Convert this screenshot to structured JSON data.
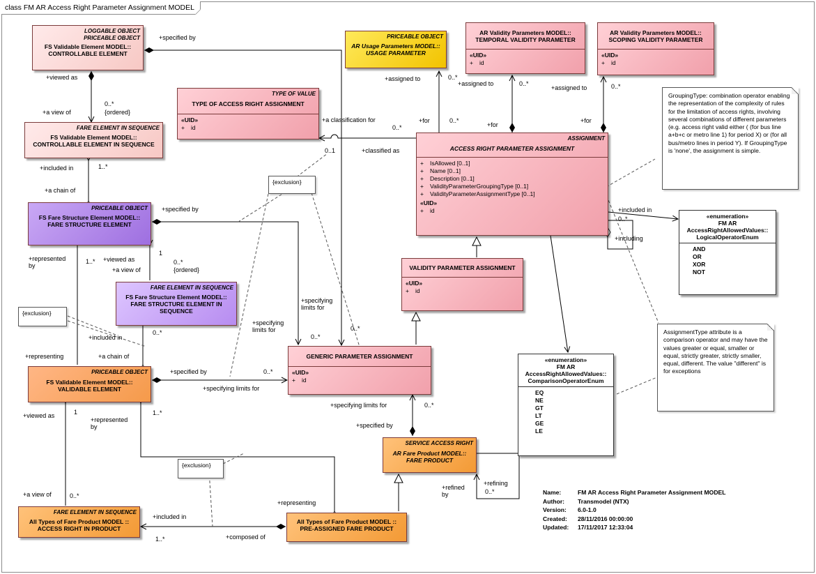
{
  "frame": {
    "title": "class FM AR Access Right Parameter Assignment MODEL"
  },
  "classes": {
    "controllable_element": {
      "stereotype1": "LOGGABLE OBJECT",
      "stereotype2": "PRICEABLE OBJECT",
      "name": "FS Validable Element MODEL::\nCONTROLLABLE ELEMENT"
    },
    "usage_parameter": {
      "stereotype": "PRICEABLE OBJECT",
      "name": "AR Usage Parameters MODEL::\nUSAGE PARAMETER"
    },
    "temporal_validity": {
      "name": "AR Validity Parameters MODEL::\nTEMPORAL VALIDITY PARAMETER",
      "uid": "«UID»",
      "attr": "id"
    },
    "scoping_validity": {
      "name": "AR Validity Parameters MODEL::\nSCOPING VALIDITY PARAMETER",
      "uid": "«UID»",
      "attr": "id"
    },
    "type_of_access": {
      "stereotype": "TYPE OF VALUE",
      "name": "TYPE OF ACCESS RIGHT ASSIGNMENT",
      "uid": "«UID»",
      "attr": "id"
    },
    "controllable_seq": {
      "stereotype": "FARE ELEMENT IN SEQUENCE",
      "name": "FS Validable Element MODEL::\nCONTROLLABLE ELEMENT IN SEQUENCE"
    },
    "access_right_param": {
      "stereotype": "ASSIGNMENT",
      "name": "ACCESS RIGHT PARAMETER ASSIGNMENT",
      "attrs": [
        "IsAllowed [0..1]",
        "Name [0..1]",
        "Description [0..1]",
        "ValidityParameterGroupingType [0..1]",
        "ValidityParameterAssignmentType [0..1]"
      ],
      "uid": "«UID»",
      "attr": "id"
    },
    "fare_structure_element": {
      "stereotype": "PRICEABLE OBJECT",
      "name": "FS Fare Structure Element MODEL::\nFARE STRUCTURE ELEMENT"
    },
    "fare_structure_seq": {
      "stereotype": "FARE ELEMENT IN SEQUENCE",
      "name": "FS Fare Structure Element MODEL::\nFARE STRUCTURE ELEMENT IN\nSEQUENCE"
    },
    "validity_param_assign": {
      "name": "VALIDITY PARAMETER ASSIGNMENT",
      "uid": "«UID»",
      "attr": "id"
    },
    "generic_param_assign": {
      "name": "GENERIC PARAMETER ASSIGNMENT",
      "uid": "«UID»",
      "attr": "id"
    },
    "validable_element": {
      "stereotype": "PRICEABLE OBJECT",
      "name": "FS Validable Element MODEL::\nVALIDABLE ELEMENT"
    },
    "fare_product": {
      "stereotype": "SERVICE ACCESS RIGHT",
      "name": "AR Fare Product MODEL::\nFARE PRODUCT"
    },
    "access_right_in_product": {
      "stereotype": "FARE ELEMENT IN SEQUENCE",
      "name": "All Types of Fare Product MODEL ::\nACCESS RIGHT IN PRODUCT"
    },
    "pre_assigned": {
      "name": "All Types of Fare Product MODEL ::\nPRE-ASSIGNED FARE PRODUCT"
    },
    "logical_enum": {
      "stereotype": "«enumeration»",
      "name": "FM AR\nAccessRightAllowedValues::\nLogicalOperatorEnum",
      "items": [
        "AND",
        "OR",
        "XOR",
        "NOT"
      ]
    },
    "comparison_enum": {
      "stereotype": "«enumeration»",
      "name": "FM AR\nAccessRightAllowedValues::\nComparisonOperatorEnum",
      "items": [
        "EQ",
        "NE",
        "GT",
        "LT",
        "GE",
        "LE"
      ]
    }
  },
  "notes": {
    "grouping": "GroupingType: combination operator enabling the representation of the complexity of rules for the limitation of access rights, involving several combinations of different parameters (e.g. access right valid either ( (for bus line a+b+c or metro line 1) for period X) or (for all bus/metro lines in period Y). If GroupingType is 'none', the assignment is simple.",
    "assignment_type": "AssignmentType attribute is a comparison operator and may have the values greater or equal, smaller or equal, strictly greater, strictly smaller, equal, different. The value \"different\" is for exceptions",
    "exclusion": "{exclusion}"
  },
  "labels": {
    "specified_by": "+specified by",
    "viewed_as": "+viewed as",
    "a_view_of": "+a view of",
    "ordered": "{ordered}",
    "zero_many": "0..*",
    "one_many": "1..*",
    "one": "1",
    "zero_one": "0..1",
    "assigned_to": "+assigned to",
    "for": "+for",
    "a_classification_for": "+a classification for",
    "classified_as": "+classified as",
    "included_in": "+included in",
    "a_chain_of": "+a chain of",
    "represented_by": "+represented\nby",
    "specifying_limits_for": "+specifying\nlimits for",
    "specifying_limits_for_1": "+specifying limits for",
    "representing": "+representing",
    "including": "+including",
    "refining": "+refining",
    "refined_by": "+refined\nby",
    "composed_of": "+composed of"
  },
  "meta": {
    "name_k": "Name:",
    "name_v": "FM AR Access Right Parameter Assignment MODEL",
    "author_k": "Author:",
    "author_v": "Transmodel (NTX)",
    "version_k": "Version:",
    "version_v": "6.0-1.0",
    "created_k": "Created:",
    "created_v": "28/11/2016 00:00:00",
    "updated_k": "Updated:",
    "updated_v": "17/11/2017 12:33:04"
  }
}
